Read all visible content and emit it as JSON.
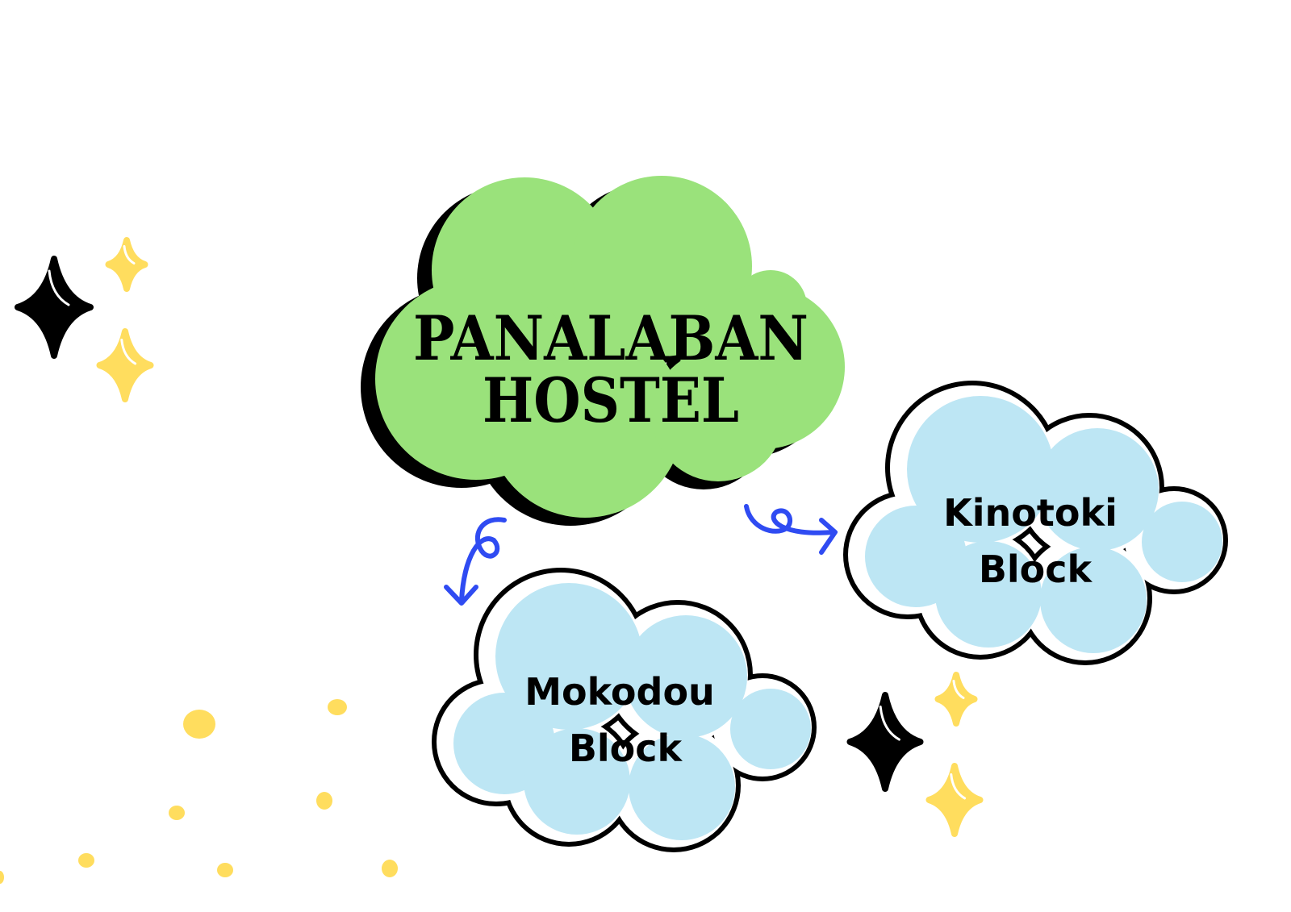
{
  "main": {
    "line1": "PANALABAN",
    "line2": "HOSTEL"
  },
  "blocks": [
    {
      "line1": "Kinotoki",
      "line2": "Block"
    },
    {
      "line1": "Mokodou",
      "line2": "Block"
    }
  ],
  "colors": {
    "main_cloud": "#9AE27B",
    "block_cloud": "#BDE6F4",
    "arrow": "#2F4BF2",
    "sparkle_yellow": "#FFDD5E",
    "sparkle_black": "#000000"
  },
  "icons": [
    "sparkle-icon",
    "arrow-icon",
    "dot-decoration"
  ]
}
